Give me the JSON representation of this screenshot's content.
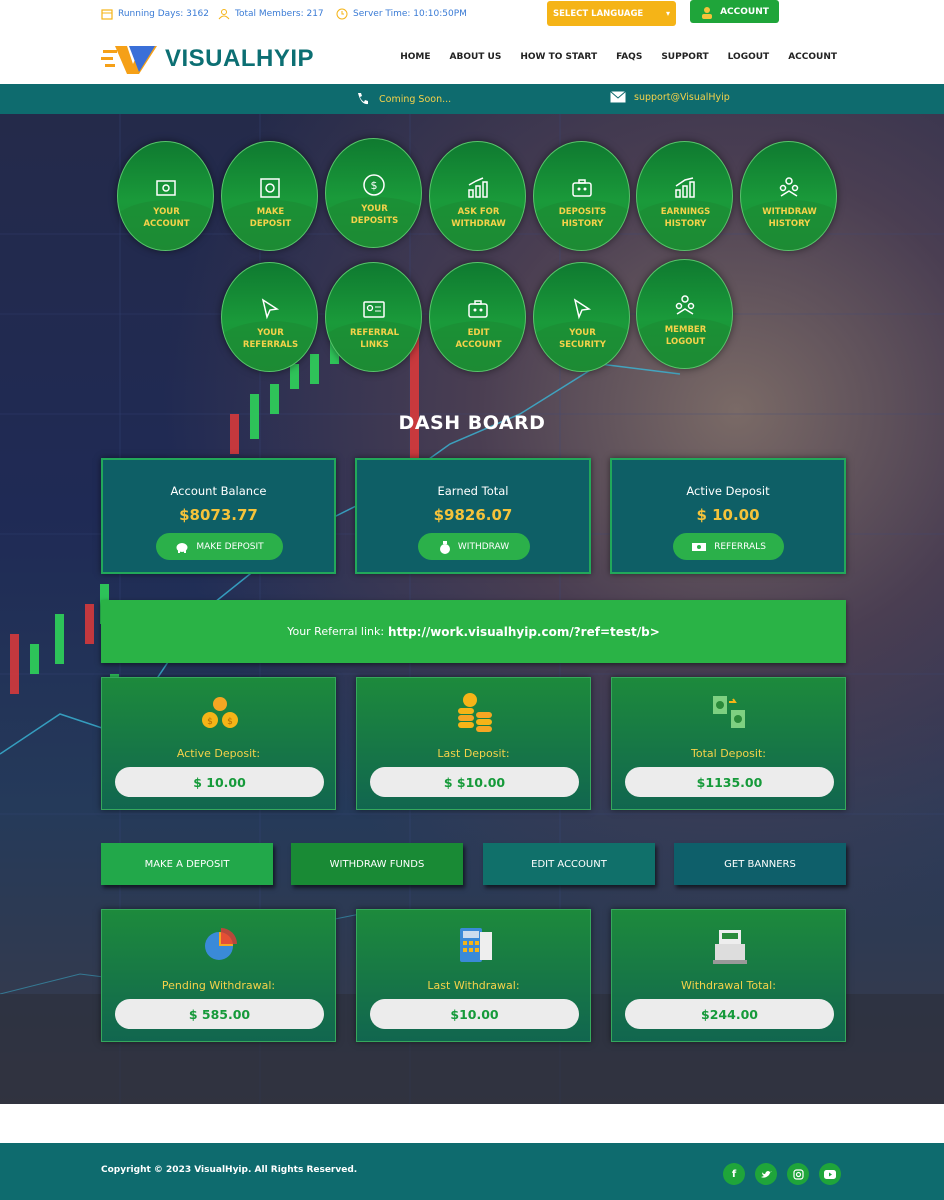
{
  "topbar": {
    "running_days": "Running Days: 3162",
    "total_members": "Total Members: 217",
    "server_time": "Server Time: 10:10:50PM",
    "language_label": "SELECT LANGUAGE",
    "account_button": "ACCOUNT"
  },
  "nav": {
    "brand": "VISUALHYIP",
    "items": [
      "HOME",
      "ABOUT US",
      "HOW TO START",
      "FAQS",
      "SUPPORT",
      "LOGOUT",
      "ACCOUNT"
    ]
  },
  "strip": {
    "phone": "Coming Soon...",
    "email": "support@VisualHyip"
  },
  "menu_circles": [
    {
      "line1": "YOUR",
      "line2": "ACCOUNT",
      "icon": "account-icon"
    },
    {
      "line1": "MAKE",
      "line2": "DEPOSIT",
      "icon": "safe-icon"
    },
    {
      "line1": "YOUR",
      "line2": "DEPOSITS",
      "icon": "dollar-coin-icon"
    },
    {
      "line1": "ASK FOR",
      "line2": "WITHDRAW",
      "icon": "bar-chart-icon"
    },
    {
      "line1": "DEPOSITS",
      "line2": "HISTORY",
      "icon": "briefcase-icon"
    },
    {
      "line1": "EARNINGS",
      "line2": "HISTORY",
      "icon": "growth-chart-icon"
    },
    {
      "line1": "WITHDRAW",
      "line2": "HISTORY",
      "icon": "network-icon"
    },
    {
      "line1": "YOUR",
      "line2": "REFERRALS",
      "icon": "cursor-icon"
    },
    {
      "line1": "REFERRAL",
      "line2": "LINKS",
      "icon": "id-card-icon"
    },
    {
      "line1": "EDIT",
      "line2": "ACCOUNT",
      "icon": "briefcase-icon"
    },
    {
      "line1": "YOUR",
      "line2": "SECURITY",
      "icon": "cursor-icon"
    },
    {
      "line1": "MEMBER",
      "line2": "LOGOUT",
      "icon": "network-icon"
    }
  ],
  "dashboard": {
    "title": "DASH BOARD",
    "summary": [
      {
        "title": "Account Balance",
        "value": "$8073.77",
        "button": "MAKE DEPOSIT",
        "icon": "piggy-bank-icon"
      },
      {
        "title": "Earned Total",
        "value": "$9826.07",
        "button": "WITHDRAW",
        "icon": "money-bag-icon"
      },
      {
        "title": "Active Deposit",
        "value": "$ 10.00",
        "button": "REFERRALS",
        "icon": "cash-icon"
      }
    ],
    "referral_label": "Your Referral link:",
    "referral_link": "http://work.visualhyip.com/?ref=test/b>",
    "deposits": [
      {
        "label": "Active Deposit:",
        "value": "$ 10.00",
        "icon": "coins-icon"
      },
      {
        "label": "Last Deposit:",
        "value": "$ $10.00",
        "icon": "coin-stack-icon"
      },
      {
        "label": "Total Deposit:",
        "value": "$1135.00",
        "icon": "money-exchange-icon"
      }
    ],
    "actions": [
      {
        "label": "MAKE A DEPOSIT",
        "color": "#22a84a"
      },
      {
        "label": "WITHDRAW FUNDS",
        "color": "#198a35"
      },
      {
        "label": "EDIT ACCOUNT",
        "color": "#10706a"
      },
      {
        "label": "GET BANNERS",
        "color": "#0e5f6a"
      }
    ],
    "withdrawals": [
      {
        "label": "Pending Withdrawal:",
        "value": "$ 585.00",
        "icon": "pie-chart-icon"
      },
      {
        "label": "Last Withdrawal:",
        "value": "$10.00",
        "icon": "calculator-icon"
      },
      {
        "label": "Withdrawal Total:",
        "value": "$244.00",
        "icon": "cash-register-icon"
      }
    ]
  },
  "footer": {
    "copyright": "Copyright © 2023 VisualHyip. All Rights Reserved.",
    "social": [
      "f",
      "t",
      "ig",
      "yt"
    ]
  }
}
